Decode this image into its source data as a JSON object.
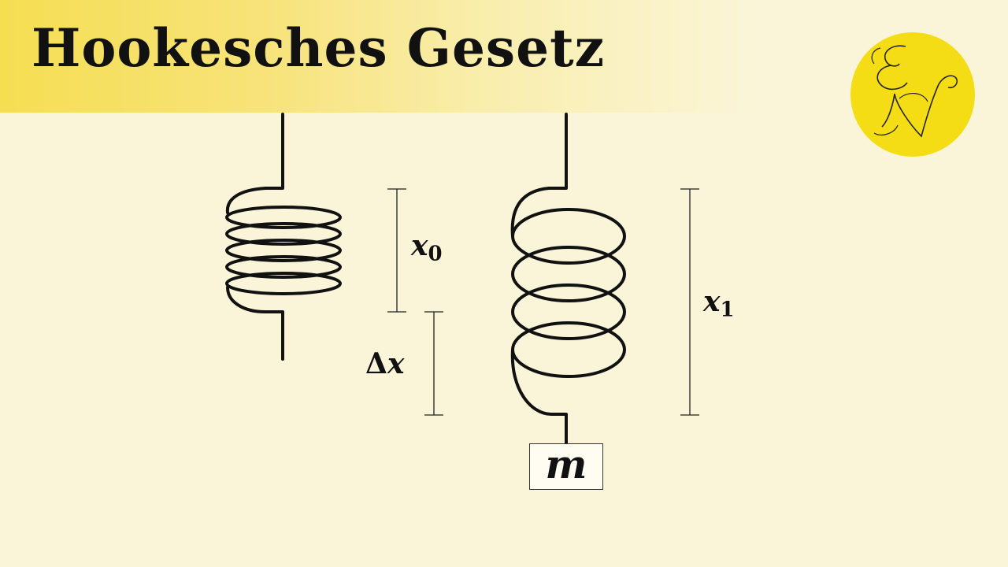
{
  "title": "Hookesches Gesetz",
  "logo": {
    "letters": "EN",
    "color": "#f4dd14"
  },
  "labels": {
    "x0_var": "x",
    "x0_sub": "0",
    "x1_var": "x",
    "x1_sub": "1",
    "delta_symbol": "Δ",
    "delta_var": "x",
    "mass": "m"
  },
  "colors": {
    "background": "#faf5d8",
    "banner": "#f6de52",
    "ink": "#111111"
  }
}
